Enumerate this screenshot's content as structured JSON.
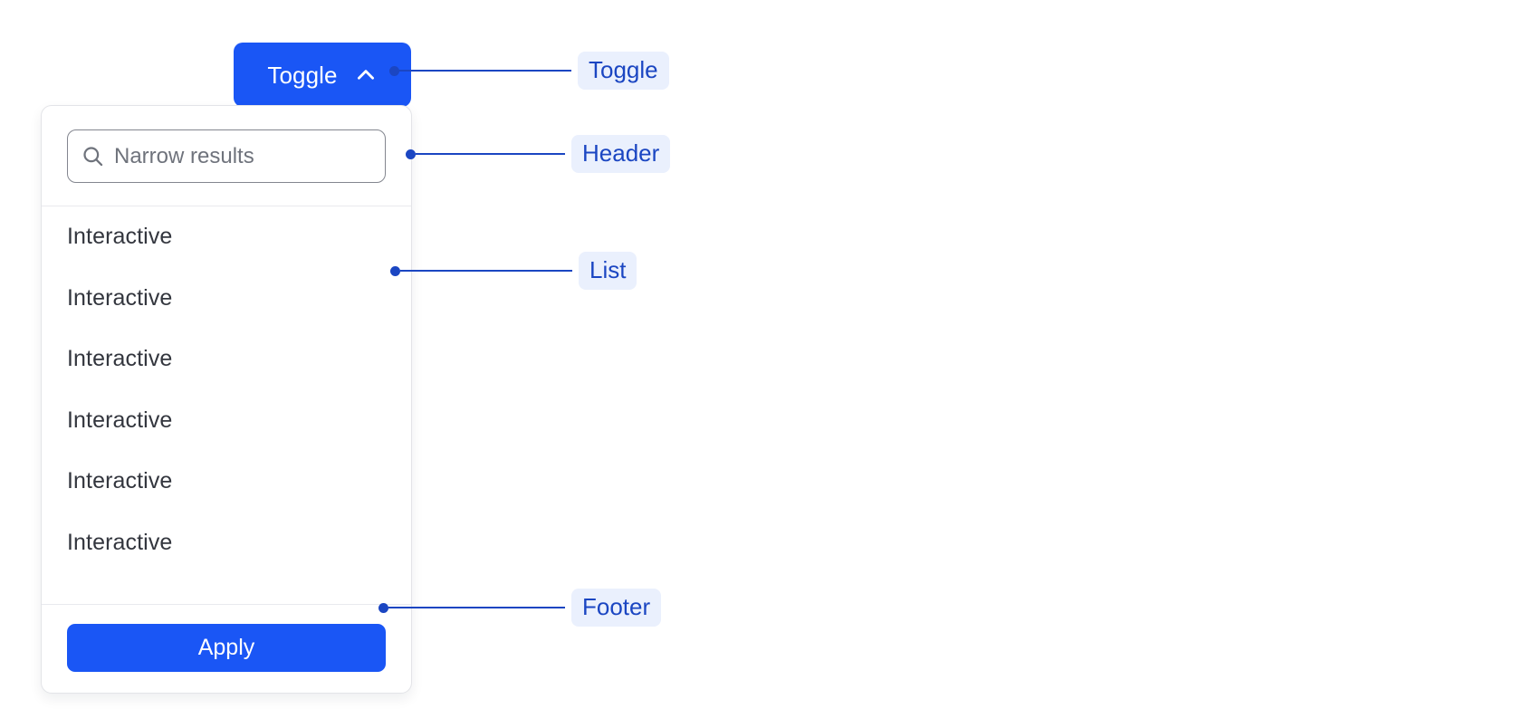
{
  "toggle": {
    "label": "Toggle",
    "icon": "chevron-up-icon",
    "background_color": "#1a56f5",
    "text_color": "#ffffff"
  },
  "panel": {
    "header": {
      "search": {
        "icon": "search-icon",
        "placeholder": "Narrow results",
        "value": ""
      }
    },
    "list": {
      "items": [
        {
          "label": "Interactive"
        },
        {
          "label": "Interactive"
        },
        {
          "label": "Interactive"
        },
        {
          "label": "Interactive"
        },
        {
          "label": "Interactive"
        },
        {
          "label": "Interactive"
        }
      ]
    },
    "footer": {
      "apply_label": "Apply",
      "apply_background_color": "#1a56f5"
    }
  },
  "annotations": [
    {
      "label": "Toggle"
    },
    {
      "label": "Header"
    },
    {
      "label": "List"
    },
    {
      "label": "Footer"
    }
  ],
  "colors": {
    "accent": "#1a56f5",
    "annotation_text": "#1b46c2",
    "annotation_pill_background": "#eaf0fd",
    "list_text": "#33363e",
    "placeholder_text": "#6f737c",
    "panel_border": "#e3e4e8"
  }
}
